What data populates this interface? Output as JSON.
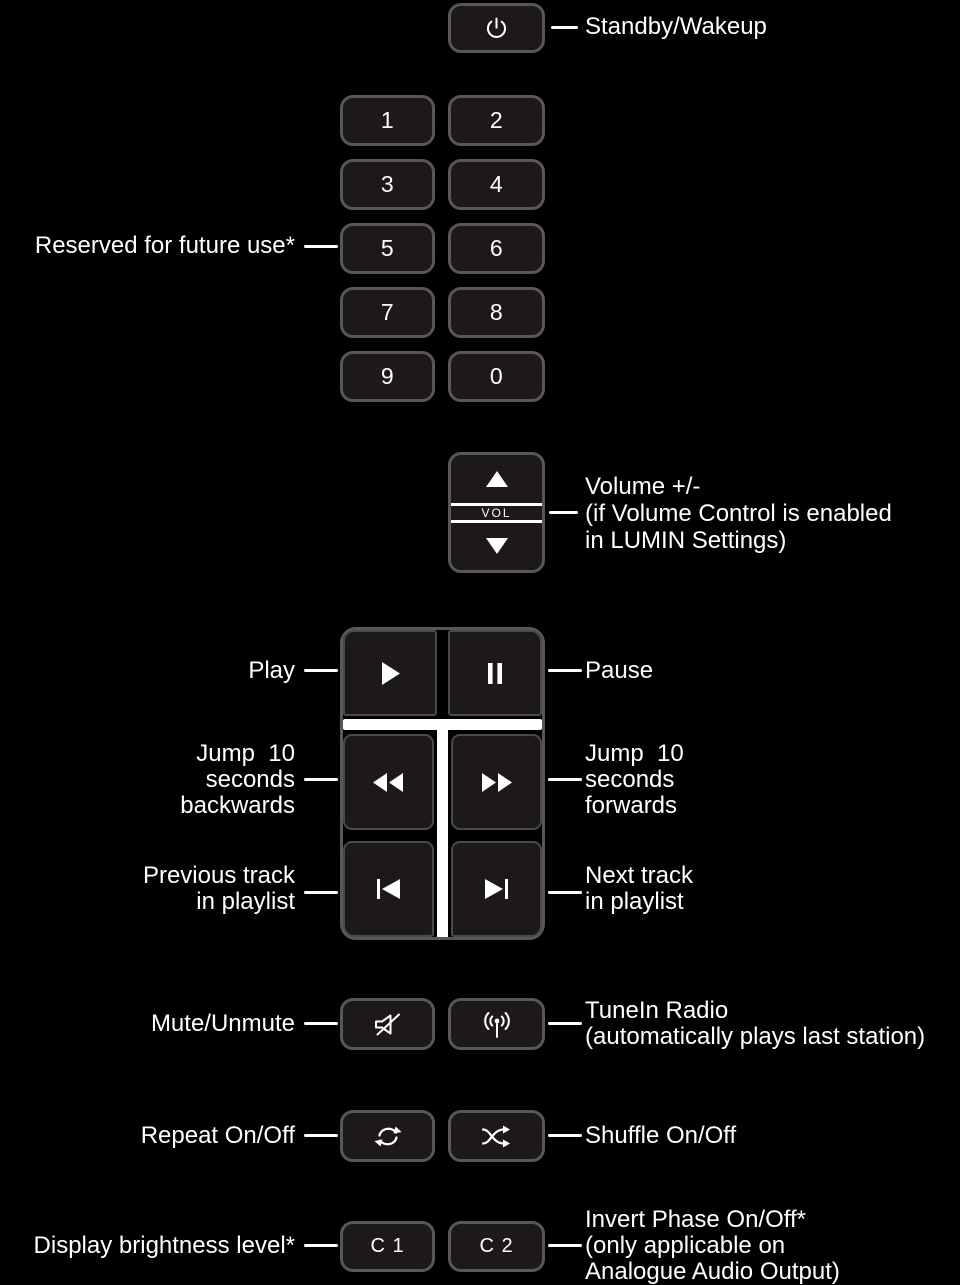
{
  "colors": {
    "background": "#000000",
    "button_fill": "#1d1919",
    "button_border": "#575757",
    "foreground": "#ffffff"
  },
  "standby": {
    "label": "Standby/Wakeup",
    "icon": "power-icon"
  },
  "numpad": {
    "caption": "Reserved for future use*",
    "digits": [
      "1",
      "2",
      "3",
      "4",
      "5",
      "6",
      "7",
      "8",
      "9",
      "0"
    ]
  },
  "volume": {
    "label": "Volume +/-\n(if Volume Control is enabled\nin LUMIN Settings)",
    "band_text": "VOL",
    "up_icon": "volume-up-icon",
    "down_icon": "volume-down-icon"
  },
  "transport": {
    "play_label": "Play",
    "pause_label": "Pause",
    "jump_back_label": "Jump  10\nseconds\nbackwards",
    "jump_forward_label": "Jump  10\nseconds\nforwards",
    "previous_label": "Previous track\nin playlist",
    "next_label": "Next track\nin playlist"
  },
  "mute_row": {
    "mute_label": "Mute/Unmute",
    "tunein_label": "TuneIn Radio\n(automatically plays last station)"
  },
  "repeat_row": {
    "repeat_label": "Repeat On/Off",
    "shuffle_label": "Shuffle On/Off"
  },
  "custom_row": {
    "c1_text": "C 1",
    "c2_text": "C 2",
    "display_label": "Display brightness level*",
    "invert_label": "Invert Phase On/Off*\n(only applicable on\nAnalogue Audio Output)"
  }
}
